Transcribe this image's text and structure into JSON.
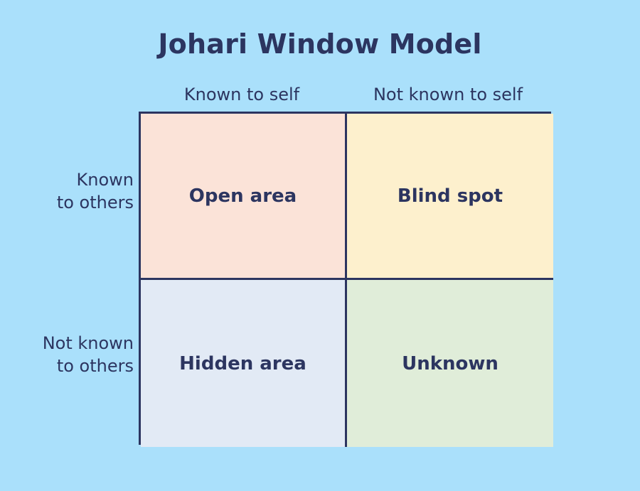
{
  "diagram": {
    "title": "Johari Window Model",
    "background_color": "#aae0fb",
    "text_color": "#2c3560",
    "column_headers": [
      "Known to self",
      "Not known to self"
    ],
    "row_headers": [
      {
        "line1": "Known",
        "line2": "to others"
      },
      {
        "line1": "Not known",
        "line2": "to others"
      }
    ],
    "quadrants": [
      {
        "label": "Open area",
        "color": "#fbe3d8"
      },
      {
        "label": "Blind spot",
        "color": "#fdf0cd"
      },
      {
        "label": "Hidden area",
        "color": "#e2eaf5"
      },
      {
        "label": "Unknown",
        "color": "#e0edd9"
      }
    ]
  }
}
